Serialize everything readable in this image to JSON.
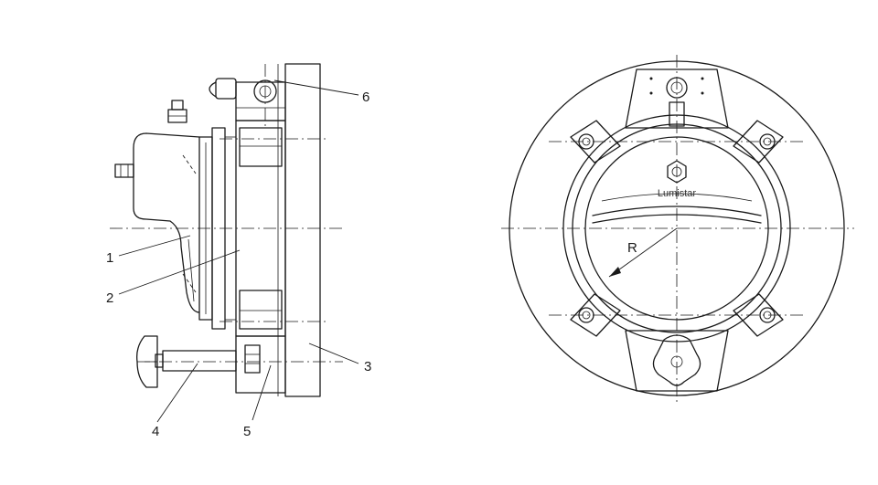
{
  "callouts": {
    "c1": "1",
    "c2": "2",
    "c3": "3",
    "c4": "4",
    "c5": "5",
    "c6": "6"
  },
  "front_view": {
    "brand": "Lumistar",
    "radius_label": "R"
  }
}
